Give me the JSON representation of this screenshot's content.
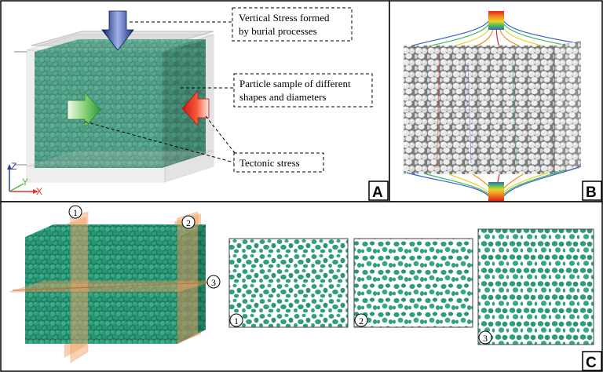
{
  "panels": {
    "a": {
      "letter": "A",
      "callouts": [
        {
          "lines": [
            "Vertical Stress  formed",
            "by burial processes"
          ]
        },
        {
          "lines": [
            "Particle sample of different",
            "shapes and diameters"
          ]
        },
        {
          "lines": [
            "Tectonic stress"
          ]
        }
      ],
      "axes": {
        "z": "Z",
        "y": "Y",
        "x": "X"
      }
    },
    "b": {
      "letter": "B"
    },
    "c": {
      "letter": "C",
      "planes": [
        "1",
        "2",
        "3"
      ],
      "slices": [
        "1",
        "2",
        "3"
      ]
    }
  },
  "colors": {
    "particle": "#2f9e7c",
    "particle_dark": "#1e7a5d",
    "plane": "#f2a66a",
    "stress_vertical": "#2b3f9a",
    "stress_red": "#e8322a",
    "stress_green": "#4eb548"
  }
}
